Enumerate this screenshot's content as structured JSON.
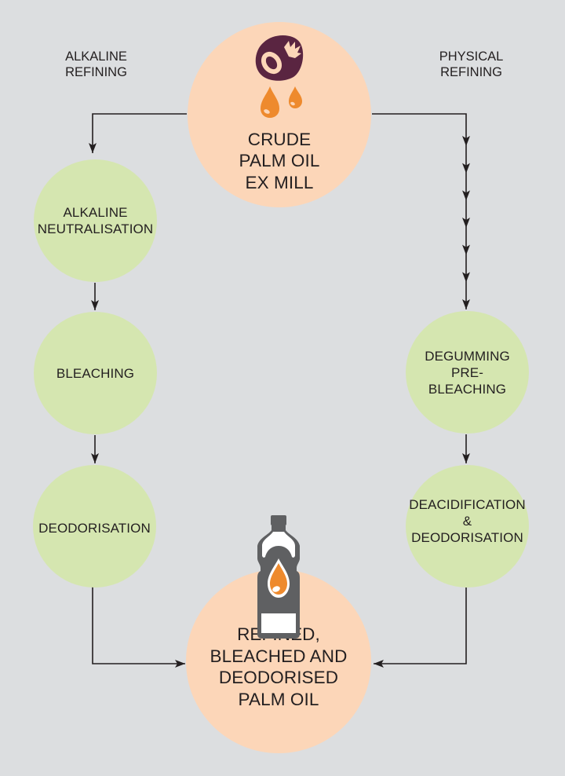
{
  "colors": {
    "background": "#dcdee0",
    "process_step": "#d5e6b0",
    "input_output": "#fcd6b8",
    "arrow": "#231f20",
    "text": "#231f20",
    "palm_fruit": "#5a2541",
    "oil_drop": "#ee8a2d",
    "bottle": "#5f6062"
  },
  "branches": {
    "left": {
      "title": "ALKALINE\nREFINING"
    },
    "right": {
      "title": "PHYSICAL\nREFINING"
    }
  },
  "nodes": {
    "start": {
      "label": "CRUDE\nPALM OIL\nEX MILL",
      "icon": "palm-fruit-oil-drops-icon"
    },
    "alkaline_neutralisation": {
      "label": "ALKALINE\nNEUTRALISATION"
    },
    "bleaching": {
      "label": "BLEACHING"
    },
    "deodorisation": {
      "label": "DEODORISATION"
    },
    "degumming": {
      "label": "DEGUMMING\nPRE-\nBLEACHING"
    },
    "deacidification": {
      "label": "DEACIDIFICATION\n& DEODORISATION"
    },
    "end": {
      "label": "REFINED,\nBLEACHED AND\nDEODORISED\nPALM OIL",
      "icon": "oil-bottle-icon"
    }
  },
  "edges": [
    {
      "from": "start",
      "to": "alkaline_neutralisation"
    },
    {
      "from": "alkaline_neutralisation",
      "to": "bleaching"
    },
    {
      "from": "bleaching",
      "to": "deodorisation"
    },
    {
      "from": "deodorisation",
      "to": "end"
    },
    {
      "from": "start",
      "to": "degumming",
      "arrowheads": 7
    },
    {
      "from": "degumming",
      "to": "deacidification"
    },
    {
      "from": "deacidification",
      "to": "end"
    }
  ]
}
